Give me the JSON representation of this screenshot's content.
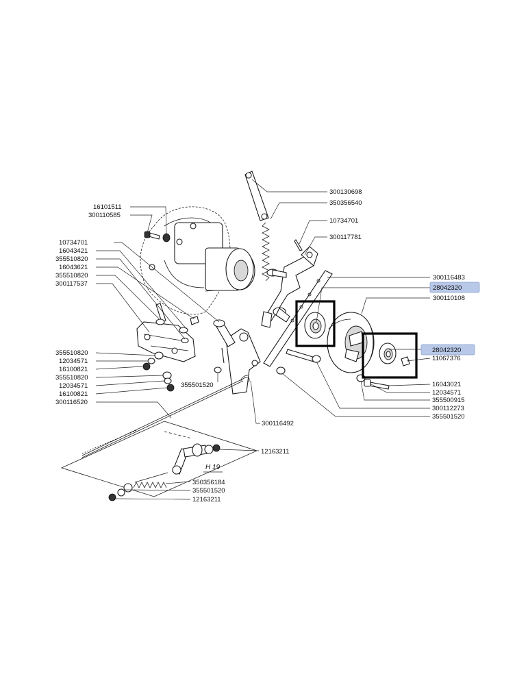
{
  "diagram": {
    "section_mark": "H 19",
    "labels": [
      {
        "id": "l-300130698",
        "text": "300130698",
        "highlighted": false
      },
      {
        "id": "l-350356540",
        "text": "350356540",
        "highlighted": false
      },
      {
        "id": "l-10734701-r",
        "text": "10734701",
        "highlighted": false
      },
      {
        "id": "l-300117781",
        "text": "300117781",
        "highlighted": false
      },
      {
        "id": "l-300116483",
        "text": "300116483",
        "highlighted": false
      },
      {
        "id": "l-28042320-a",
        "text": "28042320",
        "highlighted": true
      },
      {
        "id": "l-300110108",
        "text": "300110108",
        "highlighted": false
      },
      {
        "id": "l-28042320-b",
        "text": "28042320",
        "highlighted": true
      },
      {
        "id": "l-11067376",
        "text": "11067376",
        "highlighted": false
      },
      {
        "id": "l-16043021",
        "text": "16043021",
        "highlighted": false
      },
      {
        "id": "l-12034571-r",
        "text": "12034571",
        "highlighted": false
      },
      {
        "id": "l-355500915",
        "text": "355500915",
        "highlighted": false
      },
      {
        "id": "l-300112273",
        "text": "300112273",
        "highlighted": false
      },
      {
        "id": "l-355501520-r",
        "text": "355501520",
        "highlighted": false
      },
      {
        "id": "l-16101511",
        "text": "16101511",
        "highlighted": false
      },
      {
        "id": "l-300110585",
        "text": "300110585",
        "highlighted": false
      },
      {
        "id": "l-10734701-l",
        "text": "10734701",
        "highlighted": false
      },
      {
        "id": "l-16043421",
        "text": "16043421",
        "highlighted": false
      },
      {
        "id": "l-355510820-a",
        "text": "355510820",
        "highlighted": false
      },
      {
        "id": "l-16043621",
        "text": "16043621",
        "highlighted": false
      },
      {
        "id": "l-355510820-b",
        "text": "355510820",
        "highlighted": false
      },
      {
        "id": "l-300117537",
        "text": "300117537",
        "highlighted": false
      },
      {
        "id": "l-355510820-c",
        "text": "355510820",
        "highlighted": false
      },
      {
        "id": "l-12034571-l1",
        "text": "12034571",
        "highlighted": false
      },
      {
        "id": "l-16100821-a",
        "text": "16100821",
        "highlighted": false
      },
      {
        "id": "l-355510820-d",
        "text": "355510820",
        "highlighted": false
      },
      {
        "id": "l-12034571-l2",
        "text": "12034571",
        "highlighted": false
      },
      {
        "id": "l-16100821-b",
        "text": "16100821",
        "highlighted": false
      },
      {
        "id": "l-300116520",
        "text": "300116520",
        "highlighted": false
      },
      {
        "id": "l-355501520-m",
        "text": "355501520",
        "highlighted": false
      },
      {
        "id": "l-300116492",
        "text": "300116492",
        "highlighted": false
      },
      {
        "id": "l-12163211-a",
        "text": "12163211",
        "highlighted": false
      },
      {
        "id": "l-350356184",
        "text": "350356184",
        "highlighted": false
      },
      {
        "id": "l-355501520-b",
        "text": "355501520",
        "highlighted": false
      },
      {
        "id": "l-12163211-b",
        "text": "12163211",
        "highlighted": false
      }
    ],
    "colors": {
      "highlight": "#b8c8e8",
      "callout_box": "#000000",
      "line_art": "#1a1a1a"
    }
  }
}
